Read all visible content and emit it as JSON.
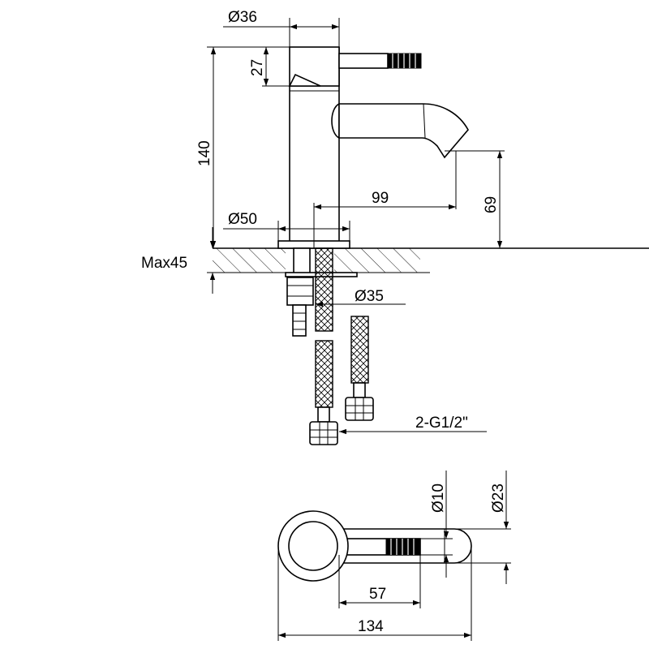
{
  "dimensions": {
    "lever_diameter": "Ø36",
    "lever_height": "27",
    "overall_height": "140",
    "base_diameter": "Ø50",
    "spout_reach": "99",
    "spout_height": "69",
    "max_deck": "Max45",
    "shank_diameter": "Ø35",
    "connection_thread": "2-G1/2\"",
    "handle_diameter": "Ø10",
    "spout_tip_diameter": "Ø23",
    "lever_length": "57",
    "overall_length": "134"
  },
  "colors": {
    "line": "#000000",
    "background": "#ffffff",
    "grip": "#000000"
  }
}
